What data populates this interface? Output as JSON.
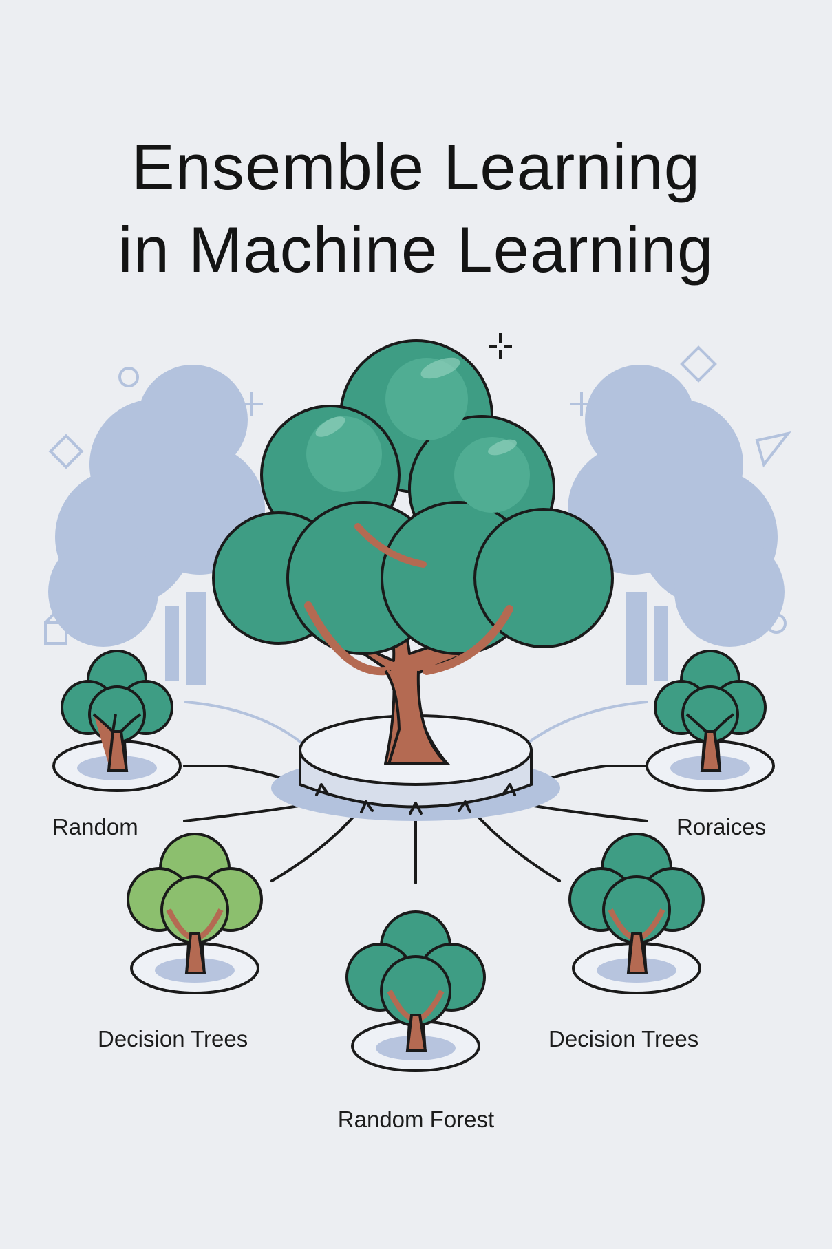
{
  "title": {
    "line1": "Ensemble Learning",
    "line2": "in Machine Learning"
  },
  "labels": {
    "random": "Random",
    "roraices": "Roraices",
    "decision_trees_left": "Decision Trees",
    "decision_trees_right": "Decision Trees",
    "random_forest": "Random Forest"
  },
  "colors": {
    "background": "#eceef2",
    "canopy_green": "#3e9d84",
    "canopy_light_green": "#8cbf6e",
    "trunk_brown": "#b46a52",
    "ghost_tree_blue": "#b3c2dd",
    "outline": "#1a1a1a"
  },
  "icons": [
    "main-tree-icon",
    "ghost-tree-icon",
    "small-tree-icon",
    "sparkle-icon",
    "diamond-icon",
    "circle-icon"
  ]
}
